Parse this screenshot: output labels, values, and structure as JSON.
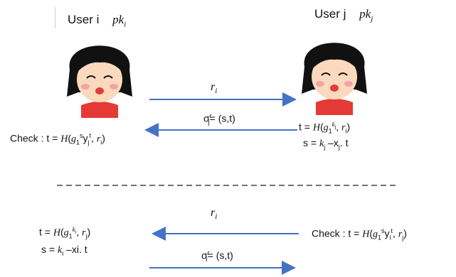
{
  "top": {
    "user_i": {
      "name": "User i",
      "key": "pk"
    },
    "user_j": {
      "name": "User j",
      "key": "pk"
    },
    "msg1": "r",
    "msg2": "σ",
    "msg2_rest": "= (s,t)",
    "left_check": "Check : t = ",
    "right_t": "t = ",
    "right_s": "s = ",
    "right_s_mid": " –x",
    "right_s_end": ". t"
  },
  "bottom": {
    "msg1": "r",
    "msg2": "σ",
    "msg2_rest": "= (s,t)",
    "left_t": "t = ",
    "left_s": "s = ",
    "left_s_rest": " –xi. t",
    "right_check": "Check : t = "
  },
  "colors": {
    "arrow": "#4472c4",
    "divider": "#444444",
    "hair": "#111111",
    "skin": "#fbd9bd",
    "cheek": "#f4a4a4",
    "mouth": "#e23c3c",
    "shirt": "#e53935"
  }
}
